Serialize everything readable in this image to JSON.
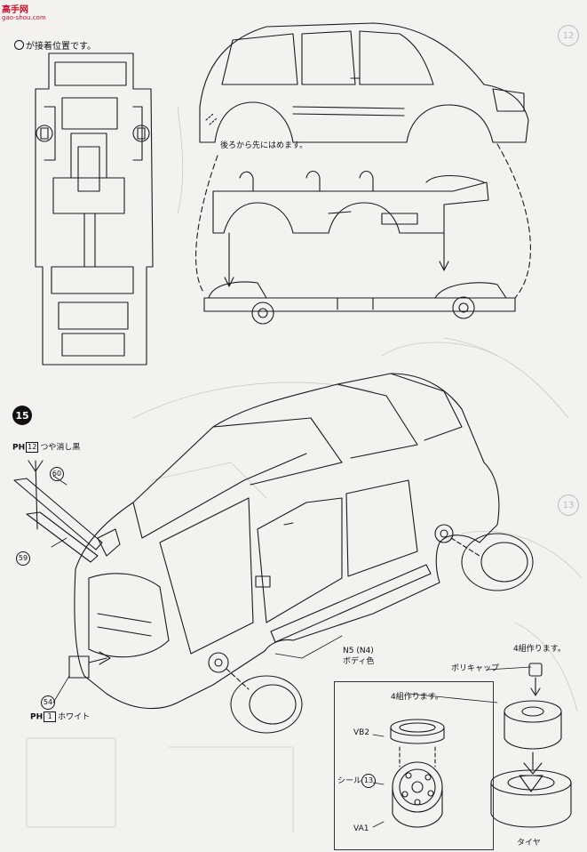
{
  "watermark": {
    "brand": "高手网",
    "url": "gao-shou.com"
  },
  "notes": {
    "attach_position": "が接着位置です。",
    "rear_first": "後ろから先にはめます。",
    "make_four_top": "4組作ります。",
    "make_four_inset": "4組作ります。"
  },
  "step": {
    "number": "15",
    "prev_step_a": "12",
    "prev_step_b": "13"
  },
  "labels": {
    "ph_prefix": "PH",
    "paint_black_num": "12",
    "paint_black_text": "つや消し黒",
    "paint_white_num": "1",
    "paint_white_text": "ホワイト",
    "part_60": "60",
    "part_59": "59",
    "part_54": "54",
    "body_color_code": "N5 (N4)",
    "body_color_text": "ボディ色",
    "poly_cap": "ポリキャップ",
    "vb2": "VB2",
    "seal": "シール",
    "seal_num": "13",
    "va1": "VA1",
    "tire": "タイヤ"
  },
  "colors": {
    "ink": "#111111",
    "paper": "#f3f2ee",
    "watermark": "#c8102e",
    "faint": "#bbbbbb"
  }
}
